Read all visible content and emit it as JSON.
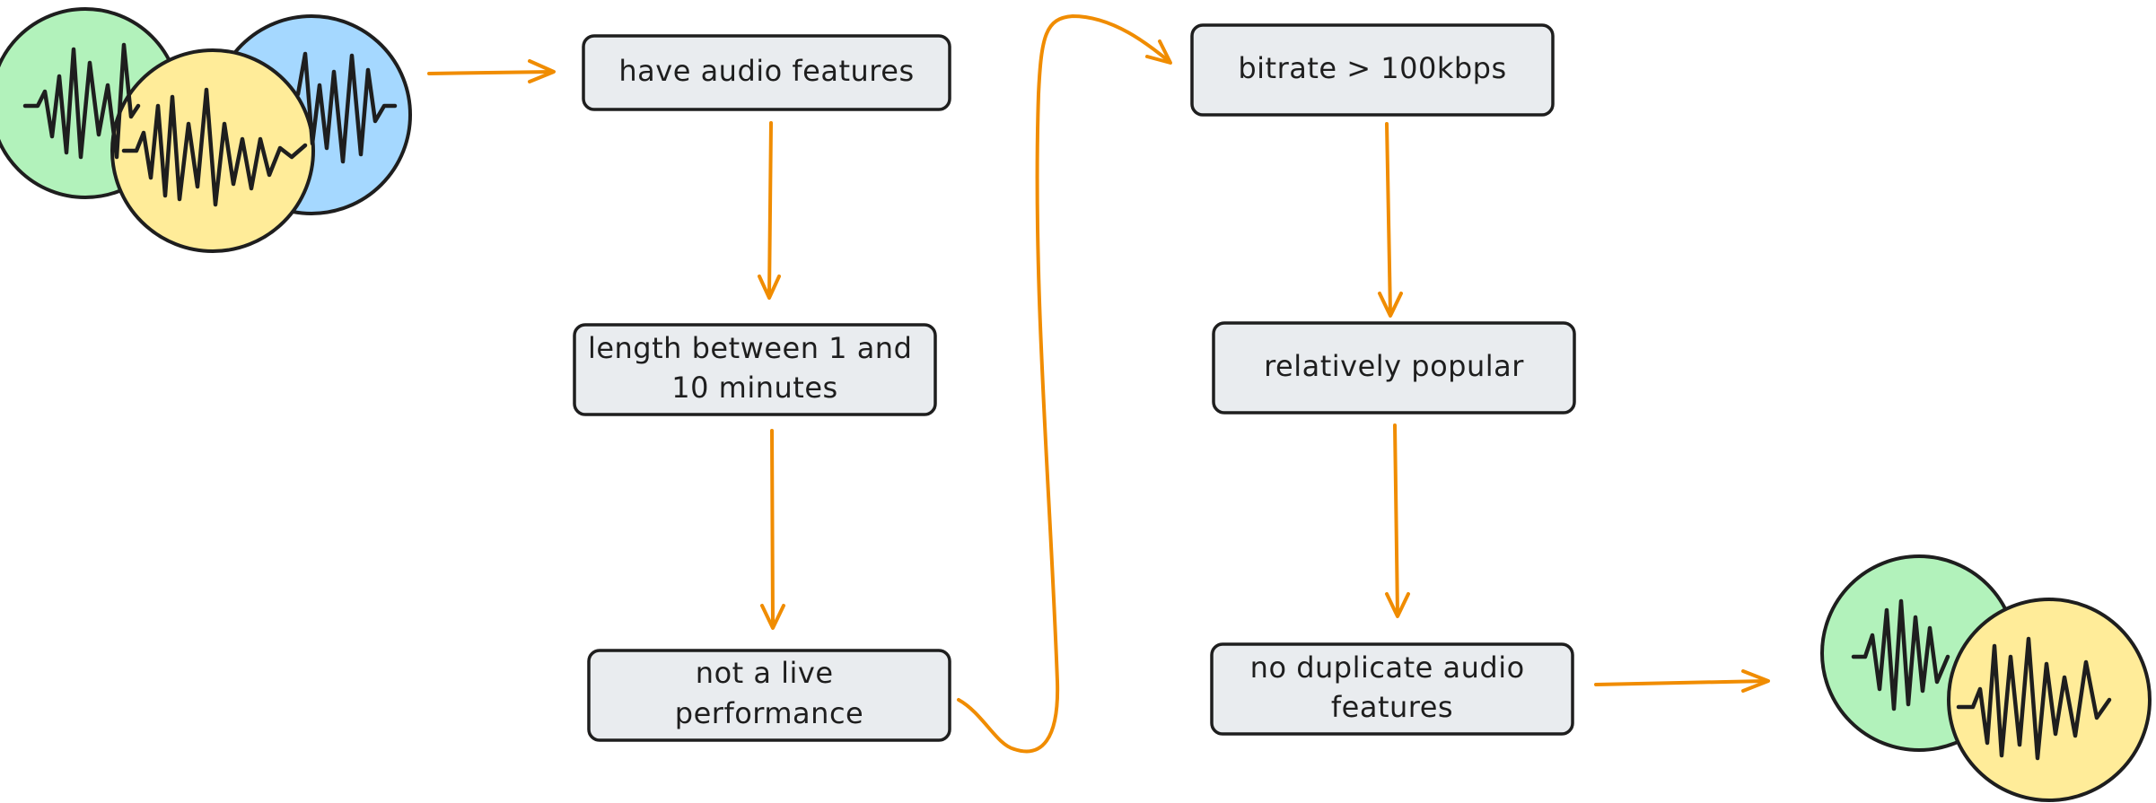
{
  "colors": {
    "arrow": "#f08c00",
    "box_fill": "#e9ecef",
    "stroke": "#1e1e1e",
    "disc_green": "#b2f2bb",
    "disc_blue": "#a5d8ff",
    "disc_yellow": "#ffec99"
  },
  "icons": {
    "input": "audio-tracks-stack-icon",
    "output": "filtered-audio-tracks-icon"
  },
  "steps": {
    "have_audio_features": [
      "have audio features"
    ],
    "length_between": [
      "length between 1 and",
      "10 minutes"
    ],
    "not_live": [
      "not a live",
      "performance"
    ],
    "bitrate": [
      "bitrate > 100kbps"
    ],
    "relatively_popular": [
      "relatively popular"
    ],
    "no_duplicate": [
      "no duplicate audio",
      "features"
    ]
  }
}
